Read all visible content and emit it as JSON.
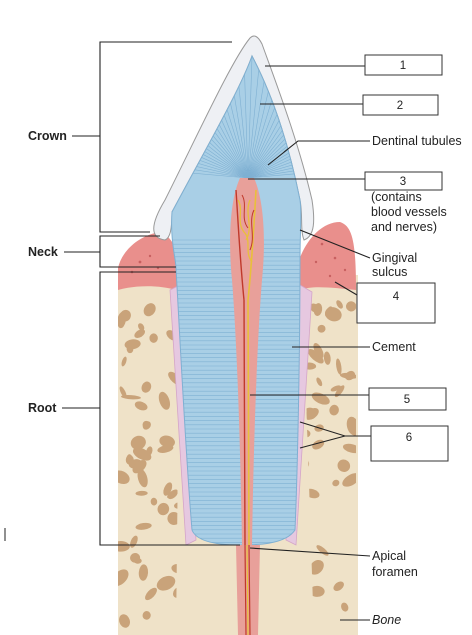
{
  "side_labels": {
    "crown": "Crown",
    "neck": "Neck",
    "root": "Root"
  },
  "boxes": [
    "1",
    "2",
    "3",
    "4",
    "5",
    "6"
  ],
  "labels": {
    "dentinal_tubules": "Dentinal tubules",
    "pulp_note_1": "(contains",
    "pulp_note_2": "blood vessels",
    "pulp_note_3": "and nerves)",
    "gingival_1": "Gingival",
    "gingival_2": "sulcus",
    "cement": "Cement",
    "apical_1": "Apical",
    "apical_2": "foramen",
    "bone": "Bone"
  },
  "colors": {
    "enamel": "#eef0f4",
    "dentin": "#a9cfe6",
    "dentin_lines": "#7fb0d2",
    "pulp": "#e8a09a",
    "gum": "#e98f8c",
    "gum_light": "#f7c9c4",
    "bone": "#efe2c8",
    "bone_spot": "#c9a37a",
    "cementum": "#e6c8e0",
    "nerve": "#e8c03a",
    "vessel": "#c0392b"
  }
}
